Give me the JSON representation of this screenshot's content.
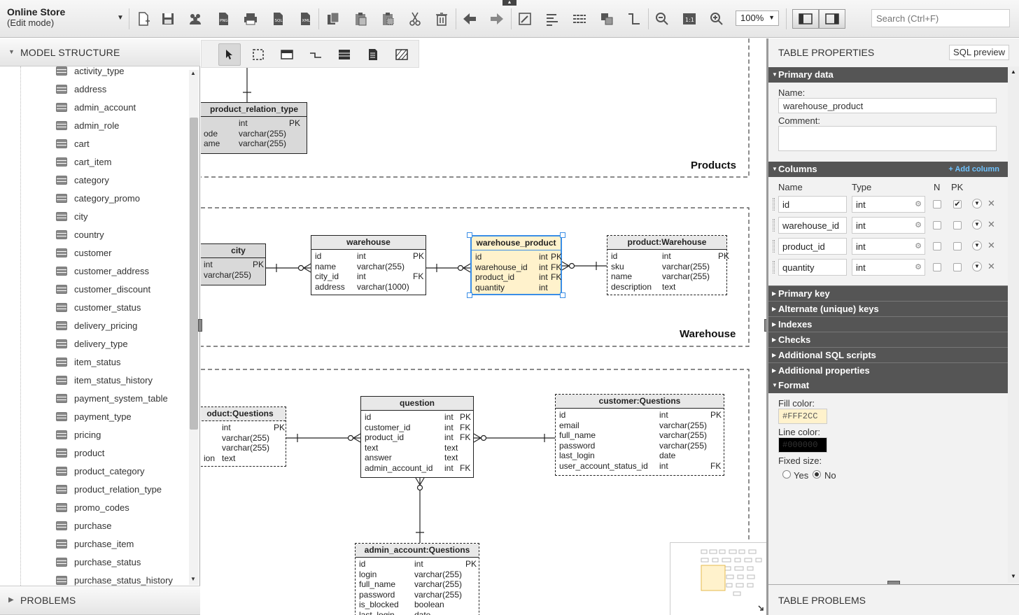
{
  "app": {
    "title": "Online Store",
    "mode": "(Edit mode)"
  },
  "toolbar": {
    "icons": [
      "new-document-icon",
      "save-icon",
      "share-users-icon",
      "export-png-icon",
      "print-icon",
      "export-sql-icon",
      "export-xml-icon",
      "copy-icon",
      "paste-icon",
      "paste-format-icon",
      "cut-icon",
      "delete-icon",
      "undo-icon",
      "redo-icon",
      "edit-icon",
      "align-icon",
      "distribute-icon",
      "arrange-icon",
      "line-style-icon",
      "zoom-out-icon",
      "zoom-actual-icon",
      "zoom-in-icon"
    ],
    "zoom": "100%",
    "search_placeholder": "Search (Ctrl+F)"
  },
  "left_panel": {
    "title": "MODEL STRUCTURE",
    "items": [
      "activity_type",
      "address",
      "admin_account",
      "admin_role",
      "cart",
      "cart_item",
      "category",
      "category_promo",
      "city",
      "country",
      "customer",
      "customer_address",
      "customer_discount",
      "customer_status",
      "delivery_pricing",
      "delivery_type",
      "item_status",
      "item_status_history",
      "payment_system_table",
      "payment_type",
      "pricing",
      "product",
      "product_category",
      "product_relation_type",
      "promo_codes",
      "purchase",
      "purchase_item",
      "purchase_status",
      "purchase_status_history"
    ],
    "problems_title": "PROBLEMS"
  },
  "canvas": {
    "areas": {
      "products": "Products",
      "warehouse": "Warehouse"
    },
    "tables": {
      "product_relation_type": {
        "name": "product_relation_type",
        "rows": [
          [
            "",
            "int",
            "PK"
          ],
          [
            "ode",
            "varchar(255)",
            ""
          ],
          [
            "ame",
            "varchar(255)",
            ""
          ]
        ]
      },
      "city": {
        "name": "city",
        "rows": [
          [
            "",
            "int",
            "PK"
          ],
          [
            "",
            "varchar(255)",
            ""
          ]
        ]
      },
      "warehouse": {
        "name": "warehouse",
        "rows": [
          [
            "id",
            "int",
            "PK"
          ],
          [
            "name",
            "varchar(255)",
            ""
          ],
          [
            "city_id",
            "int",
            "FK"
          ],
          [
            "address",
            "varchar(1000)",
            ""
          ]
        ]
      },
      "warehouse_product": {
        "name": "warehouse_product",
        "rows": [
          [
            "id",
            "int",
            "PK"
          ],
          [
            "warehouse_id",
            "int",
            "FK"
          ],
          [
            "product_id",
            "int",
            "FK"
          ],
          [
            "quantity",
            "int",
            ""
          ]
        ]
      },
      "product_warehouse": {
        "name": "product:Warehouse",
        "rows": [
          [
            "id",
            "int",
            "PK"
          ],
          [
            "sku",
            "varchar(255)",
            ""
          ],
          [
            "name",
            "varchar(255)",
            ""
          ],
          [
            "description",
            "text",
            ""
          ]
        ]
      },
      "product_questions": {
        "name": "oduct:Questions",
        "rows": [
          [
            "",
            "int",
            "PK"
          ],
          [
            "",
            "varchar(255)",
            ""
          ],
          [
            "",
            "varchar(255)",
            ""
          ],
          [
            "ion",
            "text",
            ""
          ]
        ]
      },
      "question": {
        "name": "question",
        "rows": [
          [
            "id",
            "int",
            "PK"
          ],
          [
            "customer_id",
            "int",
            "FK"
          ],
          [
            "product_id",
            "int",
            "FK"
          ],
          [
            "text",
            "text",
            ""
          ],
          [
            "answer",
            "text",
            ""
          ],
          [
            "admin_account_id",
            "int",
            "FK"
          ]
        ]
      },
      "customer_questions": {
        "name": "customer:Questions",
        "rows": [
          [
            "id",
            "int",
            "PK"
          ],
          [
            "email",
            "varchar(255)",
            ""
          ],
          [
            "full_name",
            "varchar(255)",
            ""
          ],
          [
            "password",
            "varchar(255)",
            ""
          ],
          [
            "last_login",
            "date",
            ""
          ],
          [
            "user_account_status_id",
            "int",
            "FK"
          ]
        ]
      },
      "admin_account_questions": {
        "name": "admin_account:Questions",
        "rows": [
          [
            "id",
            "int",
            "PK"
          ],
          [
            "login",
            "varchar(255)",
            ""
          ],
          [
            "full_name",
            "varchar(255)",
            ""
          ],
          [
            "password",
            "varchar(255)",
            ""
          ],
          [
            "is_blocked",
            "boolean",
            ""
          ],
          [
            "last_login",
            "date",
            ""
          ]
        ]
      }
    }
  },
  "right_panel": {
    "title": "TABLE PROPERTIES",
    "sql_preview": "SQL preview",
    "primary_data": "Primary data",
    "name_label": "Name:",
    "name_value": "warehouse_product",
    "comment_label": "Comment:",
    "columns_title": "Columns",
    "add_column": "+ Add column",
    "col_headers": {
      "name": "Name",
      "type": "Type",
      "n": "N",
      "pk": "PK"
    },
    "columns": [
      {
        "name": "id",
        "type": "int",
        "nullable": false,
        "pk": true
      },
      {
        "name": "warehouse_id",
        "type": "int",
        "nullable": false,
        "pk": false
      },
      {
        "name": "product_id",
        "type": "int",
        "nullable": false,
        "pk": false
      },
      {
        "name": "quantity",
        "type": "int",
        "nullable": false,
        "pk": false
      }
    ],
    "sections": [
      "Primary key",
      "Alternate (unique) keys",
      "Indexes",
      "Checks",
      "Additional SQL scripts",
      "Additional properties"
    ],
    "format_title": "Format",
    "fill_label": "Fill color:",
    "fill_value": "#FFF2CC",
    "line_label": "Line color:",
    "line_value": "#000000",
    "fixed_label": "Fixed size:",
    "yes": "Yes",
    "no": "No",
    "problems_title": "TABLE PROBLEMS"
  }
}
